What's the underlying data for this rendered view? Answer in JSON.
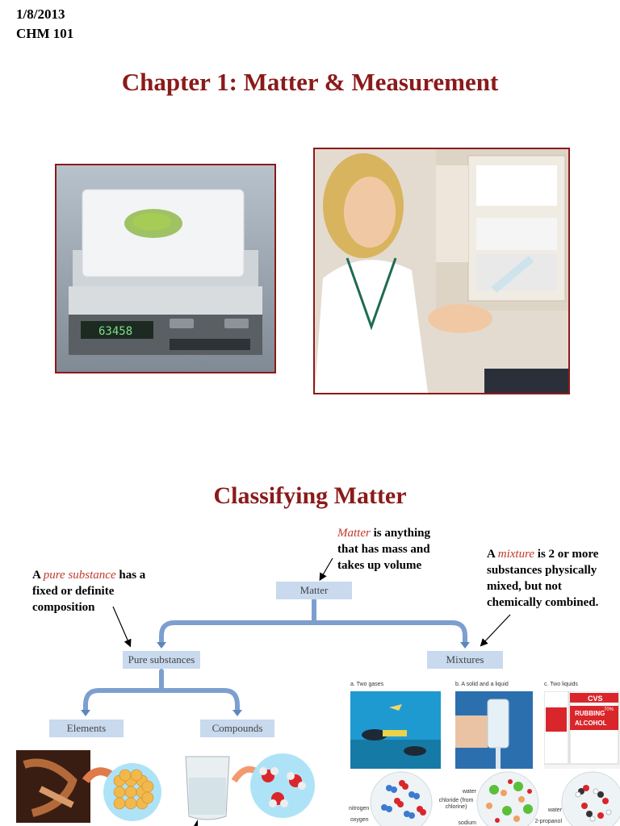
{
  "header": {
    "date": "1/8/2013",
    "course": "CHM 101"
  },
  "slide1": {
    "title": "Chapter 1:  Matter & Measurement",
    "scale_display": "63458"
  },
  "slide2": {
    "title": "Classifying Matter",
    "matter_note": {
      "term": "Matter",
      "rest_1": " is anything",
      "line2": "that has mass and",
      "line3": "takes up volume"
    },
    "pure_note": {
      "prefix": "A ",
      "term": "pure substance",
      "rest_1": " has a",
      "line2": "fixed or definite",
      "line3": "composition"
    },
    "mixture_note": {
      "prefix": "A ",
      "term": "mixture",
      "rest_1": " is 2 or more",
      "line2": "substances physically",
      "line3": "mixed, but not",
      "line4": "chemically combined."
    },
    "boxes": {
      "matter": "Matter",
      "pure_substances": "Pure substances",
      "mixtures": "Mixtures",
      "elements": "Elements",
      "compounds": "Compounds"
    },
    "mixture_panels": {
      "a": "a. Two gases",
      "b": "b. A solid and a liquid",
      "c": "c. Two liquids",
      "labels": [
        "nitrogen",
        "oxygen",
        "water",
        "chloride (from chlorine)",
        "sodium",
        "water",
        "2-propanol"
      ],
      "bottle_brand": "CVS",
      "bottle_text1": "RUBBING",
      "bottle_text2": "ALCOHOL",
      "bottle_pct": "70%"
    }
  }
}
